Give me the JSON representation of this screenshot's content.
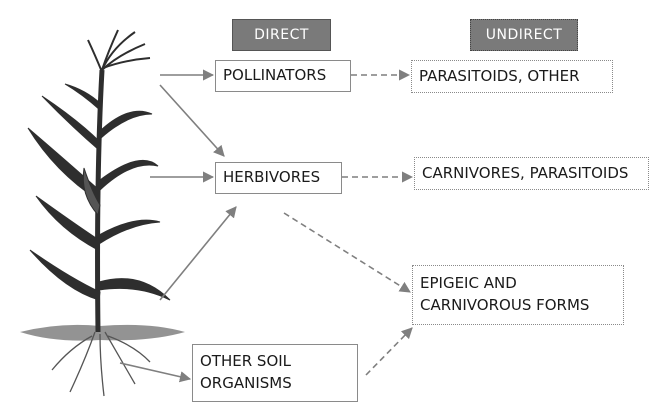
{
  "headers": {
    "direct": "DIRECT",
    "indirect": "UNDIRECT"
  },
  "nodes": {
    "pollinators": "POLLINATORS",
    "herbivores": "HERBIVORES",
    "other_soil": "OTHER SOIL\nORGANISMS",
    "parasitoids_other": "PARASITOIDS, OTHER",
    "carnivores_parasitoids": "CARNIVORES, PARASITOIDS",
    "epigeic": "EPIGEIC AND\nCARNIVOROUS FORMS"
  },
  "colors": {
    "header_fill": "#7a7a7a",
    "arrow": "#7f7f7f",
    "box_border": "#8a8a8a",
    "plant": "#2e2e2e"
  },
  "icons": [
    "maize-plant-illustration"
  ]
}
